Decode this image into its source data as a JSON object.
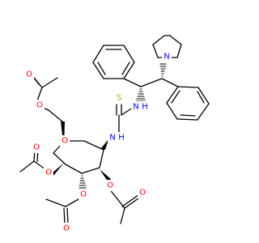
{
  "colors": {
    "bond": "#000000",
    "oxygen": "#ff0000",
    "nitrogen": "#0000ff",
    "sulfur": "#b8a400",
    "background": "#ffffff"
  },
  "atoms": [
    {
      "id": "O_ring",
      "label": "O",
      "element": "oxygen"
    },
    {
      "id": "O_c6",
      "label": "O",
      "element": "oxygen"
    },
    {
      "id": "O_c6_carbonyl",
      "label": "O",
      "element": "oxygen"
    },
    {
      "id": "O_c4",
      "label": "O",
      "element": "oxygen"
    },
    {
      "id": "O_c4_carbonyl",
      "label": "O",
      "element": "oxygen"
    },
    {
      "id": "O_c3",
      "label": "O",
      "element": "oxygen"
    },
    {
      "id": "O_c3_carbonyl",
      "label": "O",
      "element": "oxygen"
    },
    {
      "id": "O_c2",
      "label": "O",
      "element": "oxygen"
    },
    {
      "id": "O_c2_carbonyl",
      "label": "O",
      "element": "oxygen"
    },
    {
      "id": "S_thio",
      "label": "S",
      "element": "sulfur"
    },
    {
      "id": "N_anomeric",
      "label": "N",
      "element": "nitrogen"
    },
    {
      "id": "H_anomeric",
      "label": "H",
      "element": "nitrogen"
    },
    {
      "id": "N_thiourea",
      "label": "N",
      "element": "nitrogen"
    },
    {
      "id": "H_thiourea",
      "label": "H",
      "element": "nitrogen"
    },
    {
      "id": "N_pyrrolidine",
      "label": "N",
      "element": "nitrogen"
    }
  ]
}
